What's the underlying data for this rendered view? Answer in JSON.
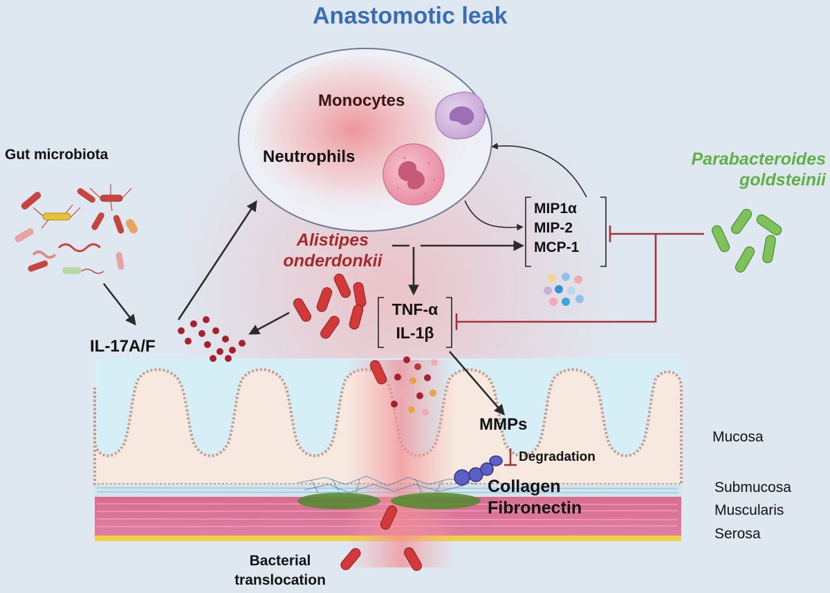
{
  "title": "Anastomotic leak",
  "cells": {
    "monocytes": "Monocytes",
    "neutrophils": "Neutrophils"
  },
  "gut_microbiota": "Gut microbiota",
  "alistipes": {
    "line1": "Alistipes",
    "line2": "onderdonkii"
  },
  "parabacteroides": {
    "line1": "Parabacteroides",
    "line2": "goldsteinii"
  },
  "chemokines": [
    "MIP1α",
    "MIP-2",
    "MCP-1"
  ],
  "cytokines": [
    "TNF-α",
    "IL-1β"
  ],
  "il17": "IL-17A/F",
  "mmps": "MMPs",
  "degradation": "Degradation",
  "ecm": {
    "collagen": "Collagen",
    "fibronectin": "Fibronectin"
  },
  "layers": {
    "mucosa": "Mucosa",
    "submucosa": "Submucosa",
    "muscularis": "Muscularis",
    "serosa": "Serosa"
  },
  "translocation": {
    "line1": "Bacterial",
    "line2": "translocation"
  },
  "colors": {
    "background": "#dfe8f1",
    "title": "#3a6db4",
    "alistipes": "#a32a2a",
    "parabacteroides": "#5fb045",
    "inhibition": "#a3313a",
    "arrow": "#333333"
  }
}
